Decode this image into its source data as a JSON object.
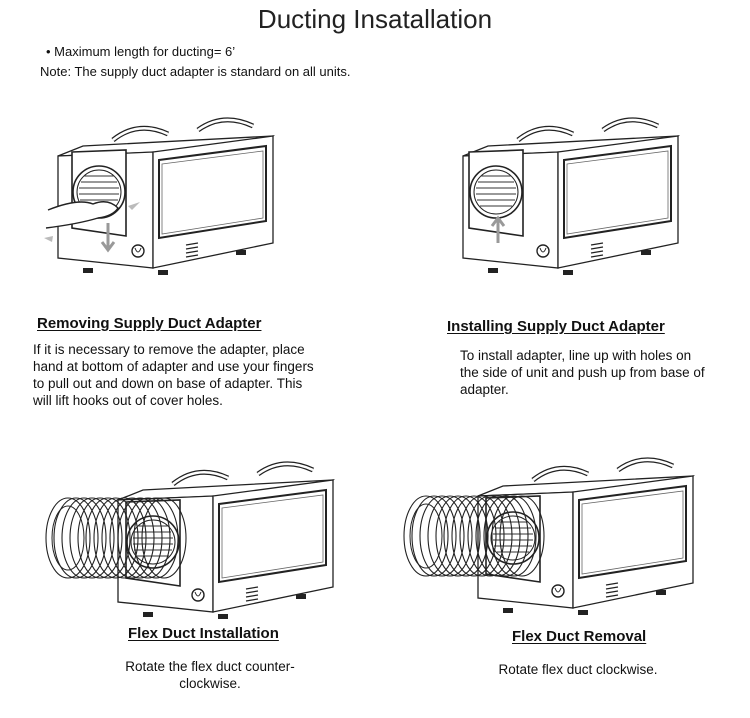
{
  "title": "Ducting Insatallation",
  "bullet": "• Maximum length for ducting= 6’",
  "note": "Note: The supply duct adapter is standard on all units.",
  "sections": [
    {
      "heading": "Removing Supply Duct Adapter",
      "text": "If it is necessary to remove the adapter, place hand at bottom of adapter and use your fingers to pull out and down on base of adapter. This will lift hooks out of cover holes."
    },
    {
      "heading": "Installing Supply Duct Adapter",
      "text": "To install adapter, line up with holes on the side of unit and push up from base of adapter."
    },
    {
      "heading": "Flex Duct Installation",
      "text_line1": "Rotate the flex duct counter-",
      "text_line2": "clockwise."
    },
    {
      "heading": "Flex Duct Removal",
      "text": "Rotate flex duct clockwise."
    }
  ]
}
